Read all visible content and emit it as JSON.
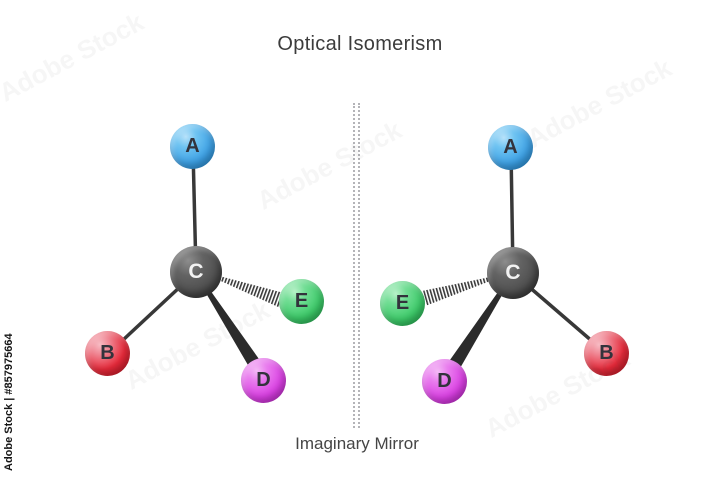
{
  "title": "Optical Isomerism",
  "mirror": {
    "label": "Imaginary Mirror"
  },
  "watermark": {
    "side_label": "Adobe Stock | #857975664",
    "ghost_label": "Adobe Stock"
  },
  "molecule": {
    "atoms": {
      "a": {
        "label": "A",
        "color": "#3da0e4"
      },
      "b": {
        "label": "B",
        "color": "#e52a3a"
      },
      "c": {
        "label": "C",
        "color": "#4a4a4a"
      },
      "d": {
        "label": "D",
        "color": "#d93fe2"
      },
      "e": {
        "label": "E",
        "color": "#3cc968"
      }
    },
    "bonds": [
      {
        "from": "C",
        "to": "A",
        "type": "plain"
      },
      {
        "from": "C",
        "to": "B",
        "type": "plain"
      },
      {
        "from": "C",
        "to": "D",
        "type": "solid-wedge"
      },
      {
        "from": "C",
        "to": "E",
        "type": "hashed-wedge"
      }
    ],
    "isomers": [
      "left-enantiomer",
      "right-enantiomer"
    ]
  }
}
